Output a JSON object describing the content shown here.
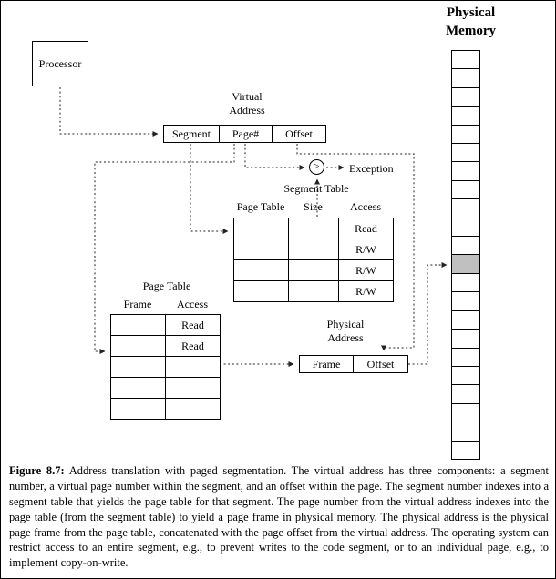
{
  "diagram": {
    "processor": {
      "label": "Processor"
    },
    "virtual_address": {
      "title": [
        "Virtual",
        "Address"
      ],
      "fields": [
        "Segment",
        "Page#",
        "Offset"
      ]
    },
    "exception": {
      "symbol": ">",
      "label": "Exception"
    },
    "segment_table": {
      "title": "Segment Table",
      "headers": [
        "Page Table",
        "Size",
        "Access"
      ],
      "rows": [
        [
          "",
          "",
          "Read"
        ],
        [
          "",
          "",
          "R/W"
        ],
        [
          "",
          "",
          "R/W"
        ],
        [
          "",
          "",
          "R/W"
        ]
      ]
    },
    "page_table": {
      "title": "Page Table",
      "headers": [
        "Frame",
        "Access"
      ],
      "rows": [
        [
          "",
          "Read"
        ],
        [
          "",
          "Read"
        ],
        [
          "",
          ""
        ],
        [
          "",
          ""
        ],
        [
          "",
          ""
        ]
      ]
    },
    "physical_address": {
      "title": [
        "Physical",
        "Address"
      ],
      "fields": [
        "Frame",
        "Offset"
      ]
    },
    "physical_memory": {
      "title": [
        "Physical",
        "Memory"
      ],
      "cell_count": 22,
      "highlighted_index": 11,
      "highlight_color": "#c0c0c0"
    }
  },
  "caption": {
    "label": "Figure 8.7:",
    "text": "Address translation with paged segmentation. The virtual address has three components: a segment number, a virtual page number within the segment, and an offset within the page. The segment number indexes into a segment table that yields the page table for that segment. The page number from the virtual address indexes into the page table (from the segment table) to yield a page frame in physical memory. The physical address is the physical page frame from the page table, concatenated with the page offset from the virtual address. The operating system can restrict access to an entire segment, e.g., to prevent writes to the code segment, or to an individual page, e.g., to implement copy-on-write."
  }
}
